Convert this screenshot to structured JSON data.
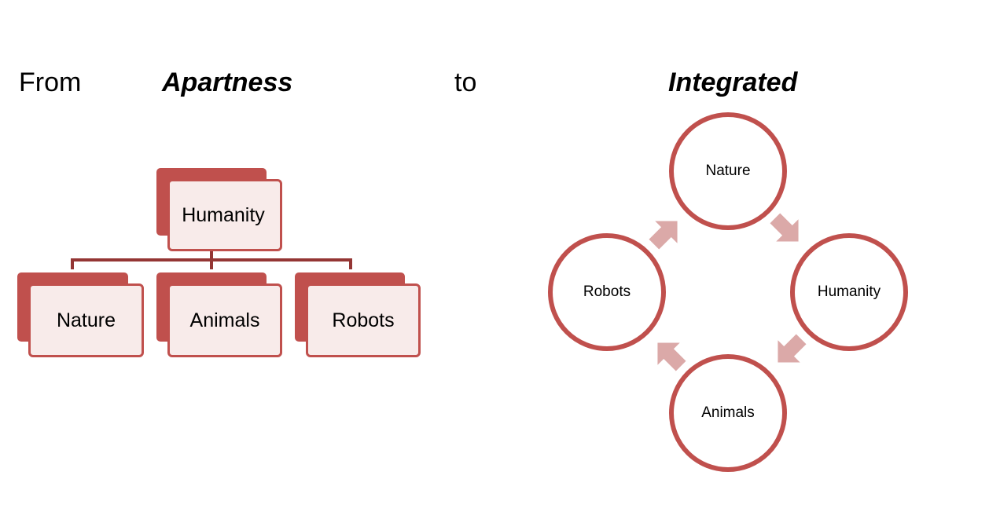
{
  "headings": {
    "from": "From",
    "apartness": "Apartness",
    "to": "to",
    "integrated": "Integrated"
  },
  "hierarchy": {
    "root": "Humanity",
    "children": [
      "Nature",
      "Animals",
      "Robots"
    ]
  },
  "cycle": {
    "nodes": [
      "Nature",
      "Humanity",
      "Animals",
      "Robots"
    ]
  },
  "colors": {
    "accent": "#c0504d",
    "connector": "#943634",
    "box_fill": "#f8ebea",
    "arrow": "#dba9a8"
  }
}
